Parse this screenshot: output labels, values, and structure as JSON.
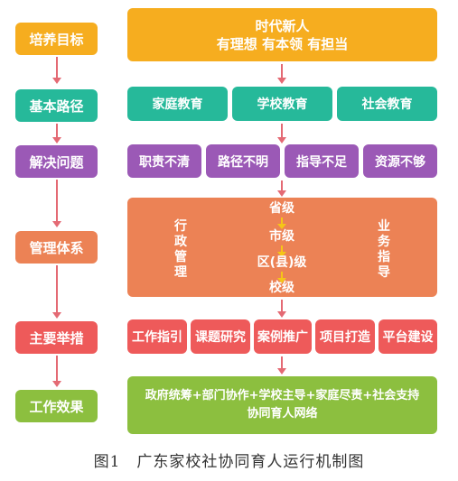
{
  "colors": {
    "goal": "#f6ad1f",
    "path": "#26b99a",
    "problem": "#9b59b6",
    "system": "#ec8255",
    "measures": "#ee5a5a",
    "effect": "#8cbf3f",
    "arrow": "#e46a74",
    "inner_arrow": "#f5c518"
  },
  "left_labels": {
    "goal": "培养目标",
    "path": "基本路径",
    "problem": "解决问题",
    "system": "管理体系",
    "measures": "主要举措",
    "effect": "工作效果"
  },
  "goal": {
    "line1": "时代新人",
    "line2": "有理想 有本领 有担当"
  },
  "paths": [
    "家庭教育",
    "学校教育",
    "社会教育"
  ],
  "problems": [
    "职责不清",
    "路径不明",
    "指导不足",
    "资源不够"
  ],
  "system": {
    "left_vertical": [
      "行",
      "政",
      "管",
      "理"
    ],
    "right_vertical": [
      "业",
      "务",
      "指",
      "导"
    ],
    "levels": [
      "省级",
      "市级",
      "区(县)级",
      "校级"
    ]
  },
  "measures": [
    "工作指引",
    "课题研究",
    "案例推广",
    "项目打造",
    "平台建设"
  ],
  "effect": {
    "line1": "政府统筹+部门协作+学校主导+家庭尽责+社会支持",
    "line2": "协同育人网络"
  },
  "caption": "图1　广东家校社协同育人运行机制图"
}
